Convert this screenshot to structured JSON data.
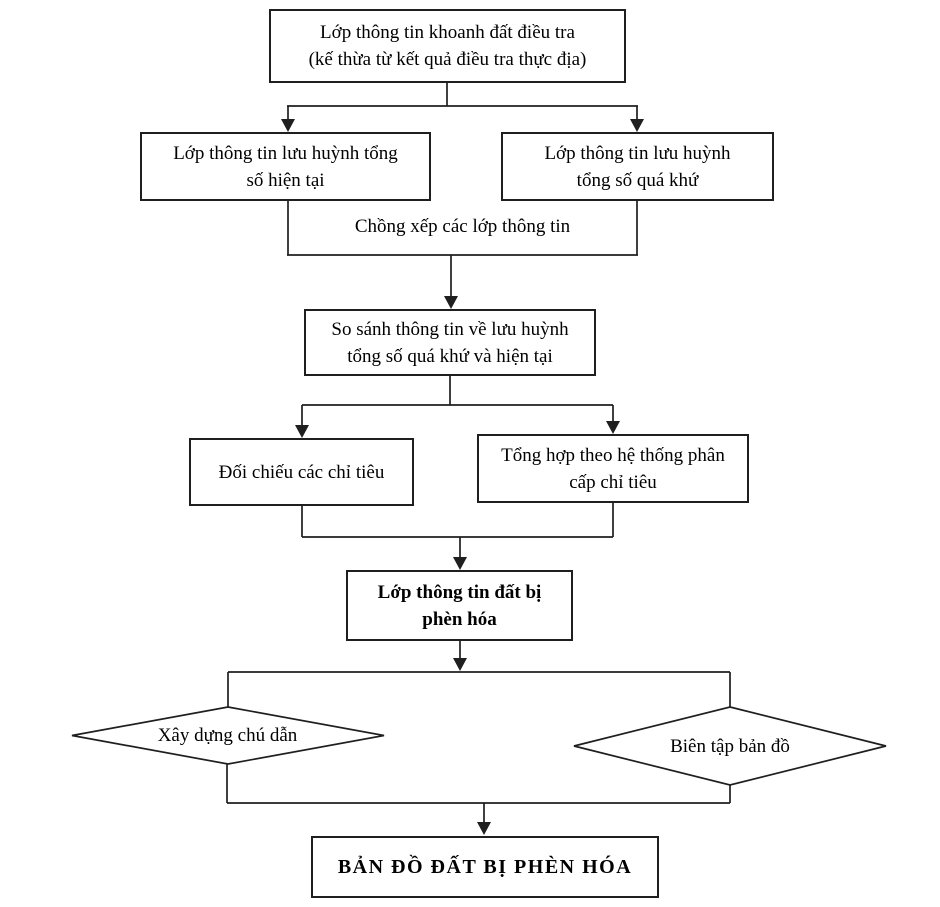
{
  "diagram": {
    "title_implicit": "",
    "colors": {
      "background": "#ffffff",
      "line": "#1f1f1f",
      "text": "#000000"
    },
    "nodes": {
      "survey_parcels": {
        "line1": "Lớp thông tin khoanh đất điều tra",
        "line2": "(kế thừa từ kết quả điều tra thực địa)"
      },
      "sulfur_current": {
        "line1": "Lớp thông tin lưu huỳnh tổng",
        "line2": "số hiện tại"
      },
      "sulfur_past": {
        "line1": "Lớp thông tin lưu huỳnh",
        "line2": "tổng số quá khứ"
      },
      "overlay_label": "Chồng xếp các lớp thông tin",
      "compare": {
        "line1": "So sánh thông tin về lưu huỳnh",
        "line2": "tổng số quá khứ và hiện tại"
      },
      "cross_check": "Đối chiếu các chỉ tiêu",
      "aggregate": {
        "line1": "Tổng hợp theo hệ thống phân",
        "line2": "cấp chỉ tiêu"
      },
      "acid_sulfate_layer": {
        "line1": "Lớp thông tin đất bị",
        "line2": "phèn hóa"
      },
      "build_legend": "Xây dựng chú dẫn",
      "map_editing": "Biên tập bản đồ",
      "final_map": "BẢN ĐỒ ĐẤT BỊ PHÈN HÓA"
    }
  }
}
